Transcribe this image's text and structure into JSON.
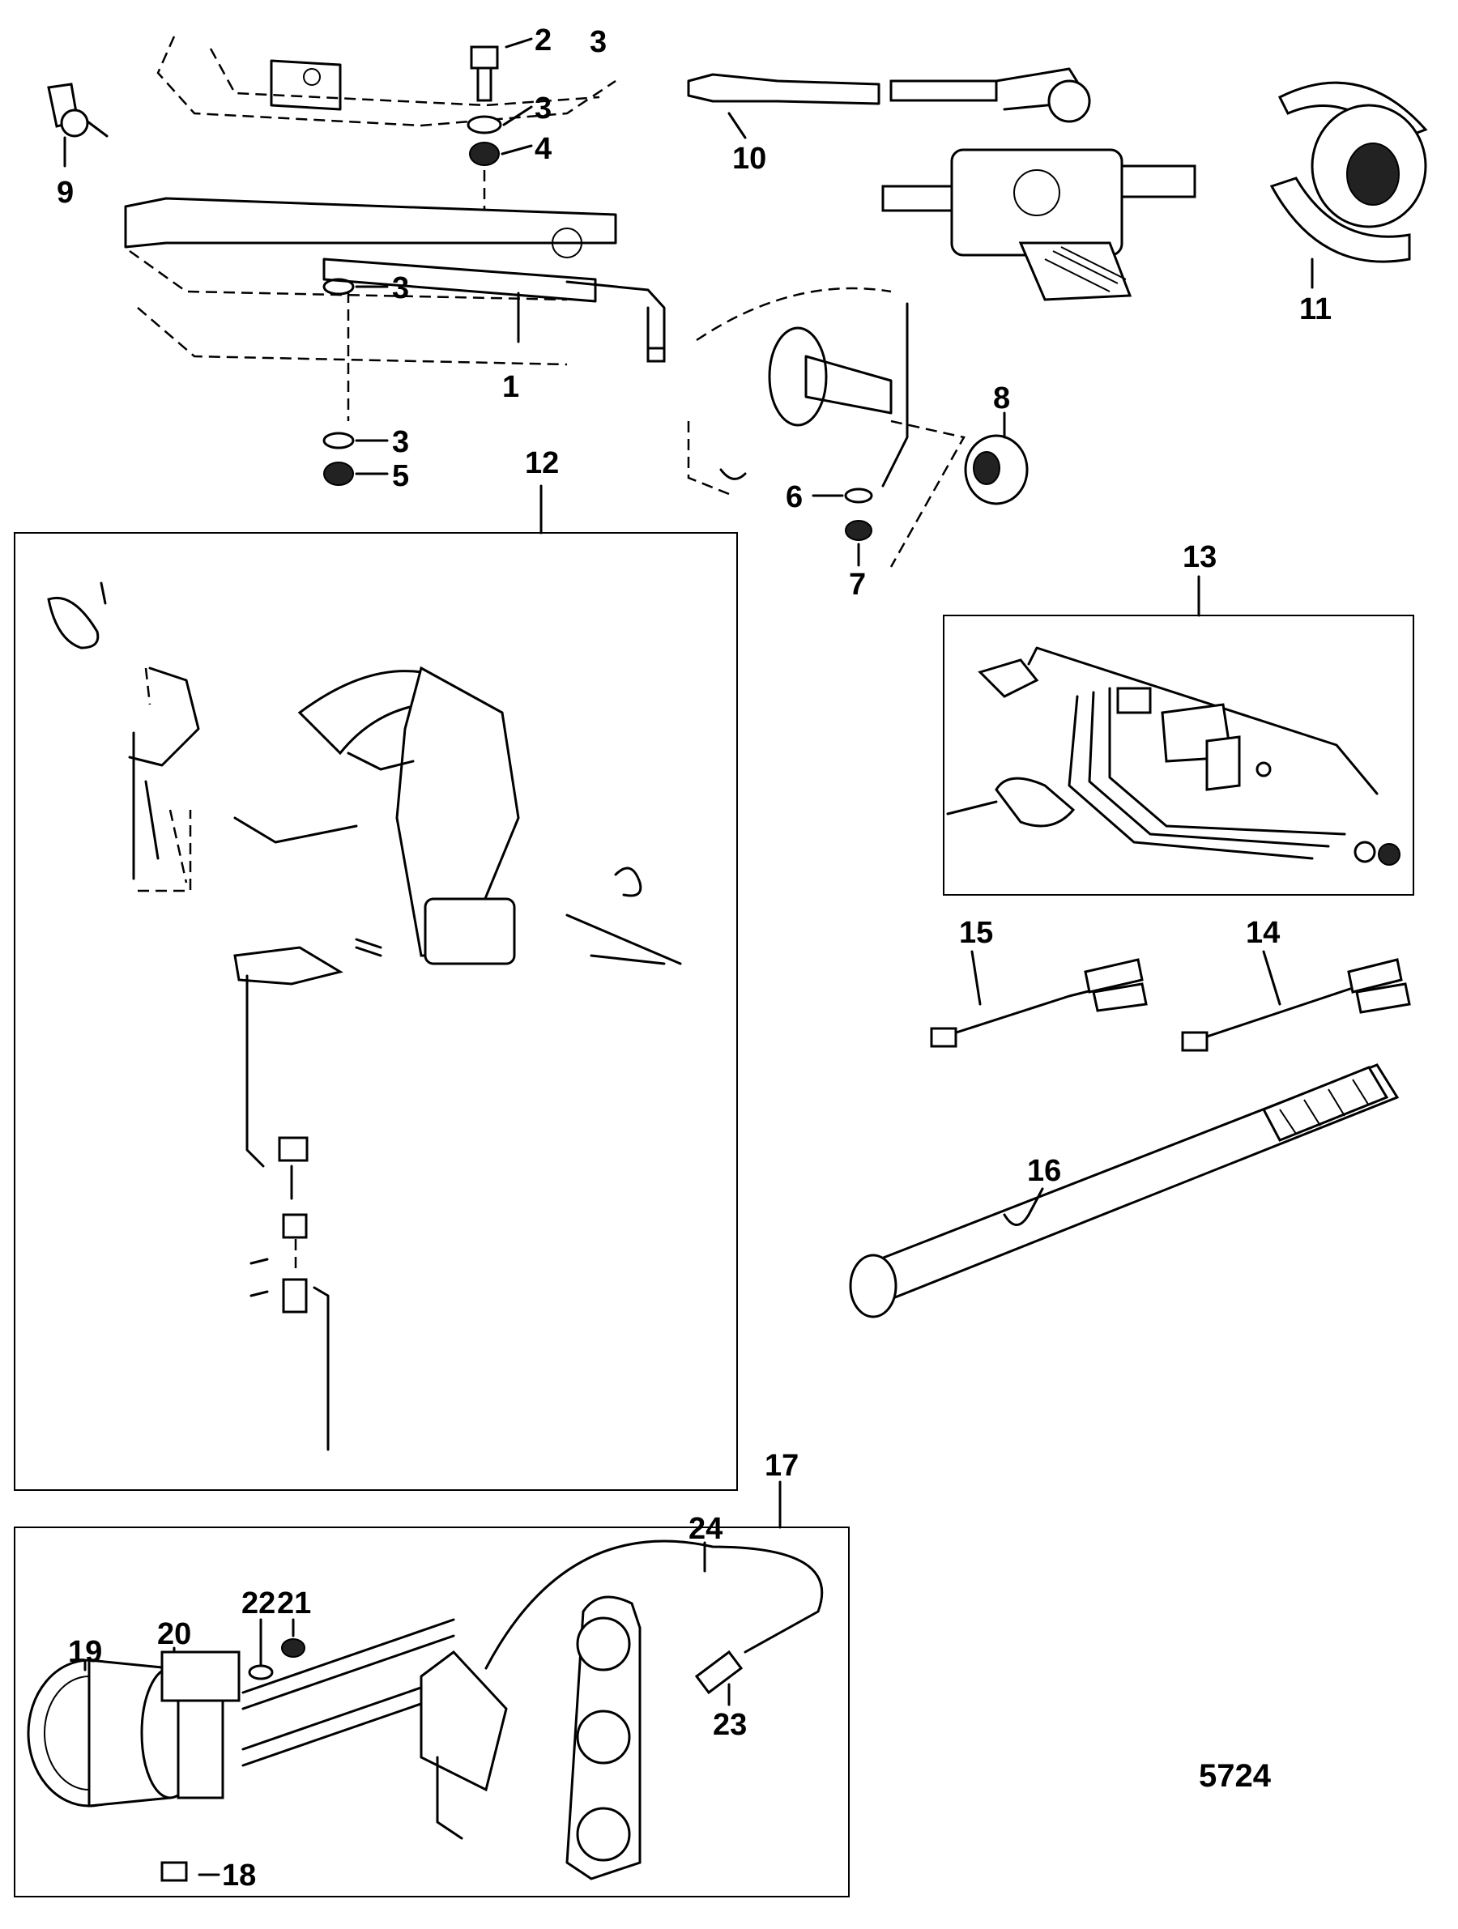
{
  "callouts": [
    "1",
    "2",
    "3",
    "3",
    "3",
    "3",
    "4",
    "5",
    "6",
    "7",
    "8",
    "9",
    "10",
    "11",
    "12",
    "13",
    "14",
    "15",
    "16",
    "17",
    "18",
    "19",
    "20",
    "21",
    "22",
    "23",
    "24"
  ],
  "figure_number": "5724"
}
